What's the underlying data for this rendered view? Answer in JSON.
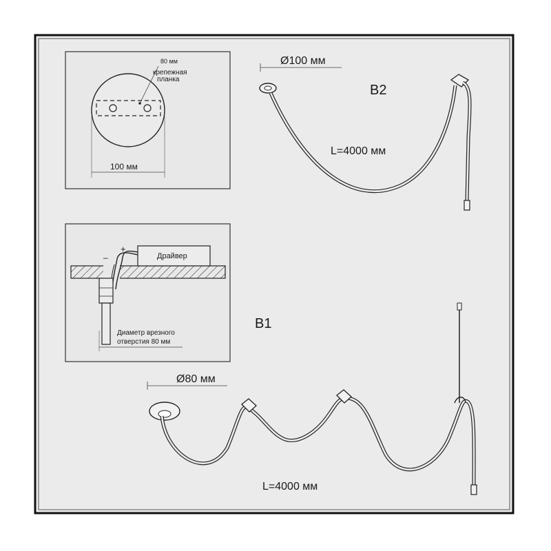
{
  "mount_plate_inset": {
    "plate_length": "80 мм",
    "bracket_line1": "крепежная",
    "bracket_line2": "планка",
    "canopy_diameter": "100 мм"
  },
  "ceiling_inset": {
    "minus_sign": "–",
    "plus_sign": "+",
    "driver_label": "Драйвер",
    "hole_line1": "Диаметр врезного",
    "hole_line2": "отверстия 80 мм"
  },
  "model_b2": {
    "name": "B2",
    "canopy_diameter": "Ø100 мм",
    "length": "L=4000 мм"
  },
  "model_b1": {
    "name": "B1",
    "canopy_diameter": "Ø80 мм",
    "length": "L=4000 мм"
  },
  "colors": {
    "inset_background": "#e8e8e8",
    "page_background": "#ebebeb",
    "line": "#1a1a1a"
  }
}
